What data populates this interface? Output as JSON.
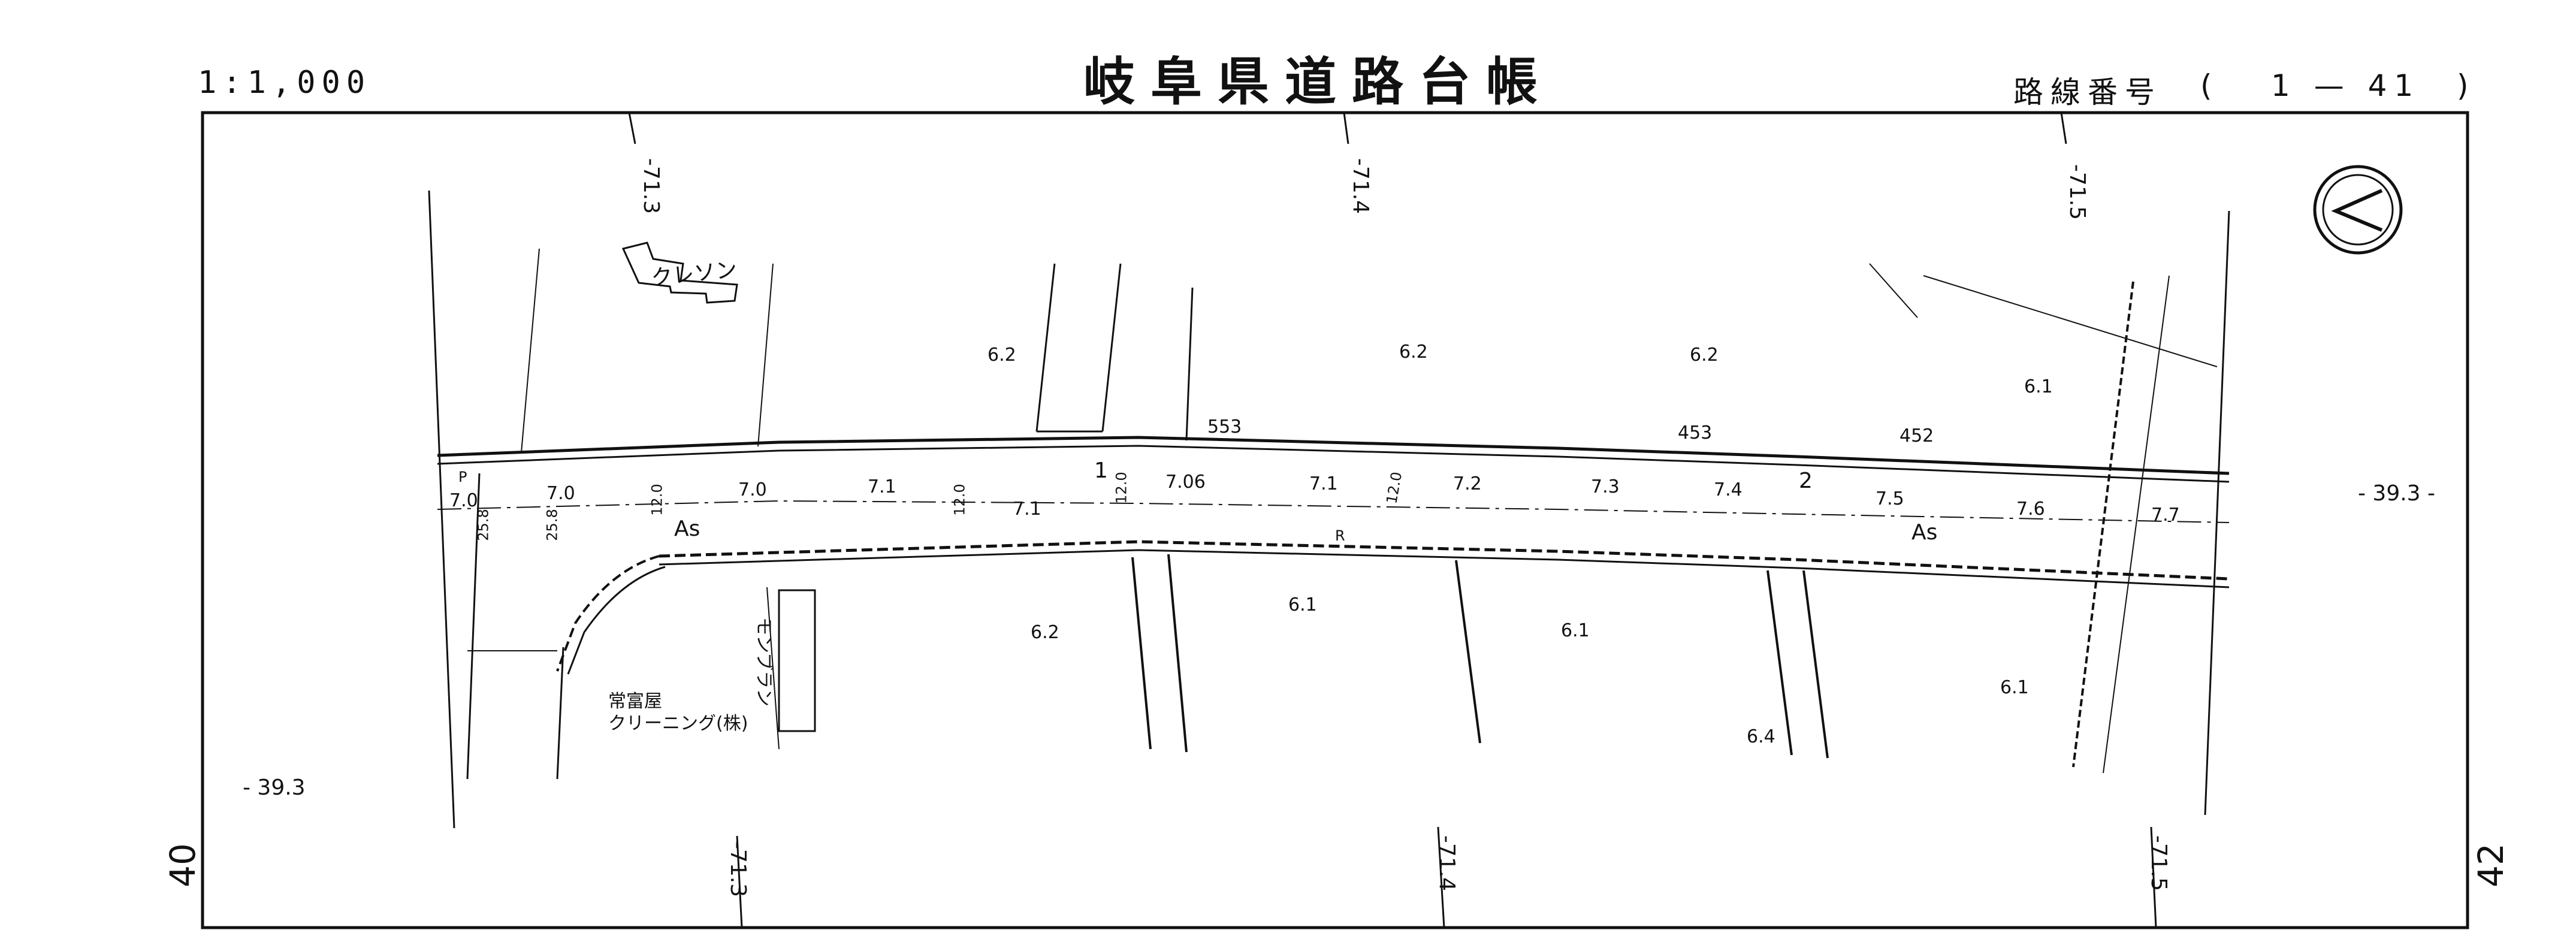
{
  "header": {
    "scale": "1:1,000",
    "title": "岐阜県道路台帳",
    "route_label": "路線番号",
    "route_open": "(",
    "route_number": "1 — 41",
    "route_close": ")"
  },
  "side_sheets": {
    "left": "40",
    "right": "42"
  },
  "grid_labels": {
    "top_1": "-71.3",
    "top_2": "-71.4",
    "top_3": "-71.5",
    "bottom_1": "-71.3",
    "bottom_2": "-71.4",
    "bottom_3": "-71.5",
    "left_y": "- 39.3",
    "right_y": "- 39.3 -"
  },
  "buildings": {
    "kureson": "クレソン",
    "monbuuran": "モンブラン",
    "tomiya": "常富屋",
    "cleaning": "クリーニング(株)"
  },
  "pavement": {
    "left": "As",
    "right": "As"
  },
  "stations": {
    "s1": "1",
    "s2": "2"
  },
  "numbers": {
    "n553": "553",
    "n453": "453",
    "n452": "452",
    "w258a": "25.8",
    "w258b": "25.8",
    "w120a": "12.0",
    "w120b": "12.0",
    "w120c": "12.0",
    "w120d": "12.0"
  },
  "elevations_road": [
    "7.0",
    "7.0",
    "7.0",
    "7.1",
    "7.1",
    "7.06",
    "7.1",
    "7.2",
    "7.3",
    "7.4",
    "7.5",
    "7.6",
    "7.7"
  ],
  "elevations_land": [
    "6.2",
    "6.2",
    "6.2",
    "6.1",
    "6.2",
    "6.1",
    "6.1",
    "6.1",
    "6.4"
  ],
  "markers": {
    "p": "P",
    "r": "R"
  },
  "north_symbol": "north-arrow-icon"
}
